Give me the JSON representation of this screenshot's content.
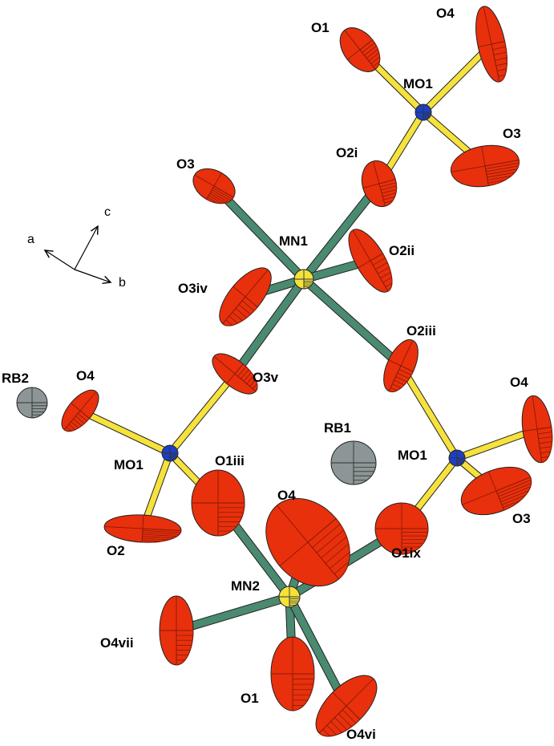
{
  "axes": {
    "a": "a",
    "b": "b",
    "c": "c"
  },
  "labels": {
    "o1_top": "O1",
    "o4_top": "O4",
    "mo1_top": "MO1",
    "o3_top": "O3",
    "o2i": "O2i",
    "o3_left": "O3",
    "mn1": "MN1",
    "o2ii": "O2ii",
    "o3iv": "O3iv",
    "o2iii": "O2iii",
    "rb2": "RB2",
    "o4_left": "O4",
    "o3v": "O3v",
    "o4_right": "O4",
    "rb1": "RB1",
    "mo1_right": "MO1",
    "mo1_left": "MO1",
    "o1iii": "O1iii",
    "o3_right": "O3",
    "o4_bottom": "O4",
    "o2_left": "O2",
    "o1ix": "O1ix",
    "mn2": "MN2",
    "o4vii": "O4vii",
    "o1_bottom": "O1",
    "o4vi": "O4vi"
  },
  "colors": {
    "oxygen": "#e8300c",
    "oxygen_hatch": "#8a1a06",
    "molybdenum": "#1c3fc4",
    "manganese": "#f2e23a",
    "rubidium": "#8c9696",
    "mo_o_bond": "#f6e23c",
    "mn_o_bond": "#4a8a70",
    "outline": "#222222"
  }
}
